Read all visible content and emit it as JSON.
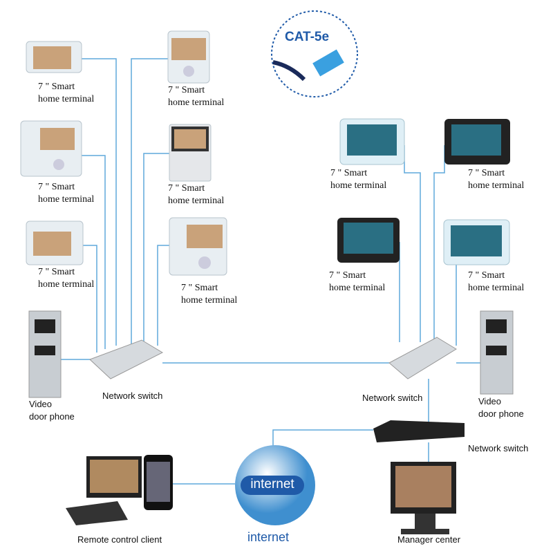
{
  "colors": {
    "line": "#5ea9db",
    "accent": "#1f5aa8",
    "terminal": "#e8eef2",
    "screen": "#2a6f83"
  },
  "cable": {
    "label": "CAT-5e"
  },
  "terminal_label": {
    "line1": "7 \" Smart",
    "line2": "home terminal"
  },
  "door_phone": {
    "line1": "Video",
    "line2": "door phone"
  },
  "switches": {
    "left": "Network switch",
    "right": "Network switch",
    "router": "Network switch"
  },
  "internet": {
    "badge": "internet",
    "label": "internet"
  },
  "remote": {
    "label": "Remote control client"
  },
  "manager": {
    "label": "Manager center"
  }
}
